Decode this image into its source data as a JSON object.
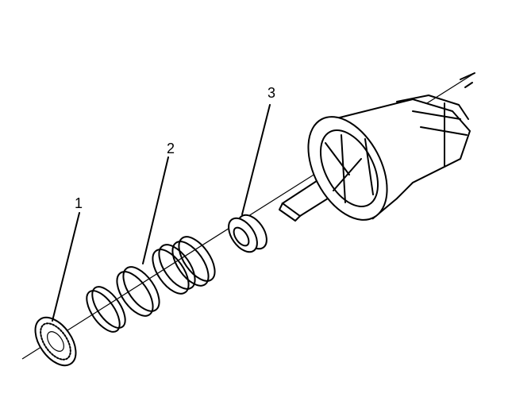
{
  "diagram": {
    "type": "exploded-assembly",
    "colors": {
      "line": "#000000",
      "background": "#ffffff"
    },
    "callouts": [
      {
        "id": "1",
        "label": "1"
      },
      {
        "id": "2",
        "label": "2"
      },
      {
        "id": "3",
        "label": "3"
      }
    ]
  }
}
